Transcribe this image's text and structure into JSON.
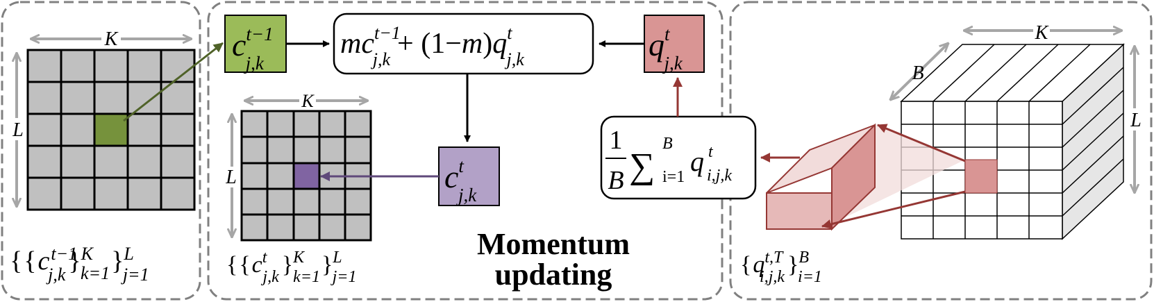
{
  "dims": {
    "K": "K",
    "L": "L",
    "B": "B"
  },
  "title": {
    "line1": "Momentum",
    "line2": "updating"
  },
  "boxes": {
    "c_prev": {
      "base": "c",
      "sup": "t−1",
      "sub": "j,k"
    },
    "update": {
      "m": "m",
      "c": "c",
      "sup1": "t−1",
      "sub1": "j,k",
      "op": "+ (1−",
      "m2": "m",
      "close": ")",
      "q": "q",
      "sup2": "t",
      "sub2": "j,k"
    },
    "q_t": {
      "base": "q",
      "sup": "t",
      "sub": "j,k"
    },
    "c_t": {
      "base": "c",
      "sup": "t",
      "sub": "j,k"
    },
    "avg": {
      "num": "1",
      "den": "B",
      "sigma": "∑",
      "upper": "B",
      "lower": "i=1",
      "q": "q",
      "sup": "t",
      "sub": "i,j,k"
    }
  },
  "set_labels": {
    "c_prev_set": {
      "lb1": "{",
      "lb2": "{",
      "c": "c",
      "sup1": "t−1",
      "sub1": "j,k",
      "rb1": "}",
      "sup2": "K",
      "sub2": "k=1",
      "rb2": "}",
      "sup3": "L",
      "sub3": "j=1"
    },
    "c_t_set": {
      "lb1": "{",
      "lb2": "{",
      "c": "c",
      "sup1": "t",
      "sub1": "j,k",
      "rb1": "}",
      "sup2": "K",
      "sub2": "k=1",
      "rb2": "}",
      "sup3": "L",
      "sub3": "j=1"
    },
    "q_set": {
      "lb": "{",
      "q": "q",
      "sup": "t,T",
      "sub": "i,j,k",
      "rb": "}",
      "sup2": "B",
      "sub2": "i=1"
    }
  },
  "colors": {
    "grid_fill": "#c0c0c0",
    "green": "#9bbb59",
    "green_cell": "#76923c",
    "green_arrow": "#4f6228",
    "red_box": "#d99594",
    "red_arrow": "#953734",
    "purple_box": "#b2a1c7",
    "purple_cell": "#8064a2",
    "purple_arrow": "#5f497a",
    "dim_arrow": "#a6a6a6",
    "dash": "#808080"
  }
}
